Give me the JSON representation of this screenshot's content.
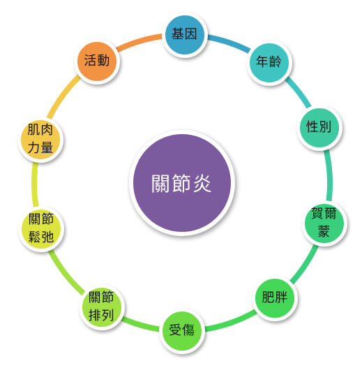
{
  "center": {
    "label": "關節炎",
    "color": "#7b5a9e"
  },
  "nodes": [
    {
      "label": "基因",
      "color": "#3aa3c8"
    },
    {
      "label": "年齡",
      "color": "#3fc4c1"
    },
    {
      "label": "性別",
      "color": "#3ec9a0"
    },
    {
      "label": "賀爾蒙",
      "color": "#39cf7d"
    },
    {
      "label": "肥胖",
      "color": "#45d757"
    },
    {
      "label": "受傷",
      "color": "#6fdb43"
    },
    {
      "label": "關節排列",
      "color": "#a3e046"
    },
    {
      "label": "關節鬆弛",
      "color": "#dde440"
    },
    {
      "label": "肌肉力量",
      "color": "#f2c94a"
    },
    {
      "label": "活動",
      "color": "#f29343"
    }
  ]
}
